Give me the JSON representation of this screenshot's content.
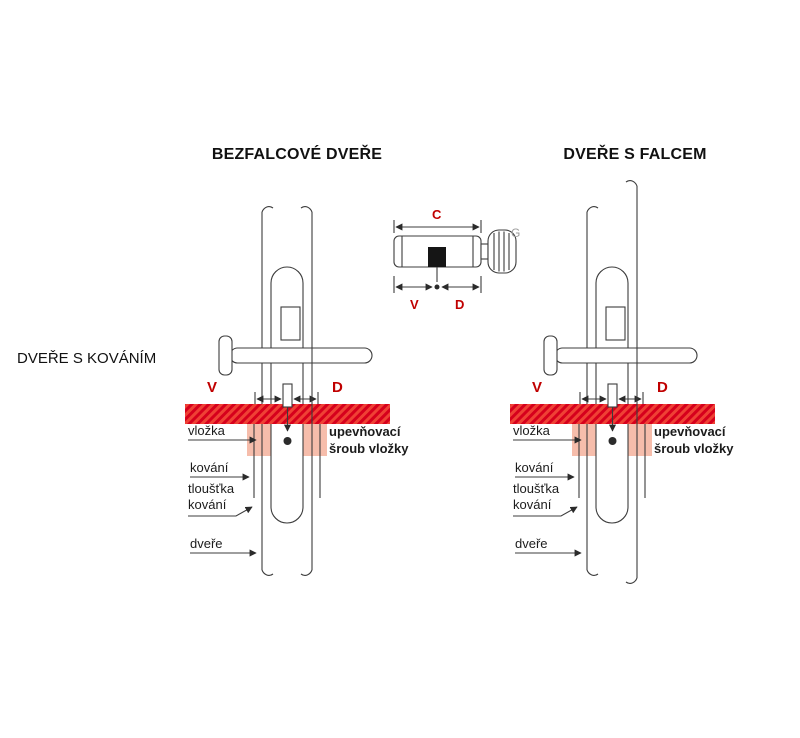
{
  "titles": {
    "left": "BEZFALCOVÉ DVEŘE",
    "right": "DVEŘE S FALCEM",
    "side": "DVEŘE S KOVÁNÍM"
  },
  "inset": {
    "dim_c": "C",
    "dim_v": "V",
    "dim_d": "D",
    "knob_g": "G"
  },
  "diagram_left": {
    "dim_v": "V",
    "dim_d": "D",
    "label_vlozka": "vložka",
    "label_kovani": "kování",
    "label_tloustka_line1": "tloušťka",
    "label_tloustka_line2": "kování",
    "label_dvere": "dveře",
    "label_screw_line1": "upevňovací",
    "label_screw_line2": "šroub vložky"
  },
  "diagram_right": {
    "dim_v": "V",
    "dim_d": "D",
    "label_vlozka": "vložka",
    "label_kovani": "kování",
    "label_tloustka_line1": "tloušťka",
    "label_tloustka_line2": "kování",
    "label_dvere": "dveře",
    "label_screw_line1": "upevňovací",
    "label_screw_line2": "šroub vložky"
  },
  "colors": {
    "dimension_red": "#c00000",
    "band_red": "#d6001c",
    "band_red_light": "#ef4135",
    "door_pink": "#f6bdab",
    "line": "#3c3c3c"
  }
}
